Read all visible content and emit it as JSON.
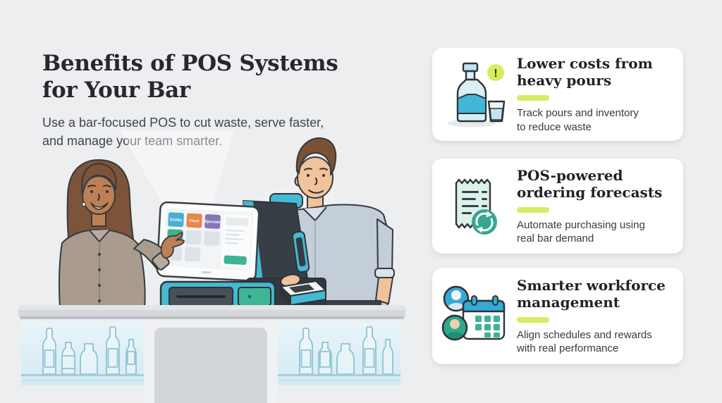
{
  "header": {
    "title_line1": "Benefits of POS Systems",
    "title_line2": "for Your Bar",
    "subtitle_line1": "Use a bar-focused POS to cut waste, serve faster,",
    "subtitle_line2": "and manage your team smarter."
  },
  "illustration": {
    "pos_screen": {
      "tabs": [
        "Drinks",
        "Food",
        "Specials"
      ]
    }
  },
  "cards": [
    {
      "icon": "alert-bottle-icon",
      "badge": "!",
      "title_line1": "Lower costs from",
      "title_line2": "heavy pours",
      "body_line1": "Track pours and inventory",
      "body_line2": "to reduce waste"
    },
    {
      "icon": "receipt-sync-icon",
      "title_line1": "POS-powered",
      "title_line2": "ordering forecasts",
      "body_line1": "Automate purchasing using",
      "body_line2": "real bar demand"
    },
    {
      "icon": "team-calendar-icon",
      "title_line1": "Smarter workforce",
      "title_line2": "management",
      "body_line1": "Align schedules and rewards",
      "body_line2": "with real performance"
    }
  ],
  "colors": {
    "page_bg": "#edeef0",
    "card_bg": "#ffffff",
    "accent": "#d9ec5f",
    "teal": "#35a78e",
    "cyan": "#44b9d2",
    "blue": "#35aad6",
    "orange": "#e8874a",
    "purple": "#8577b7",
    "ink": "#26282c"
  }
}
